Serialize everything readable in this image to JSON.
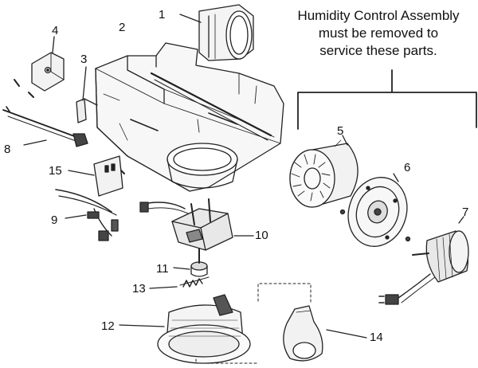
{
  "note": {
    "lines": [
      "Humidity Control Assembly",
      "must be removed to",
      "service these parts."
    ]
  },
  "callouts": {
    "c1": "1",
    "c2": "2",
    "c3": "3",
    "c4": "4",
    "c5": "5",
    "c6": "6",
    "c7": "7",
    "c8": "8",
    "c9": "9",
    "c10": "10",
    "c11": "11",
    "c12": "12",
    "c13": "13",
    "c14": "14",
    "c15": "15"
  }
}
